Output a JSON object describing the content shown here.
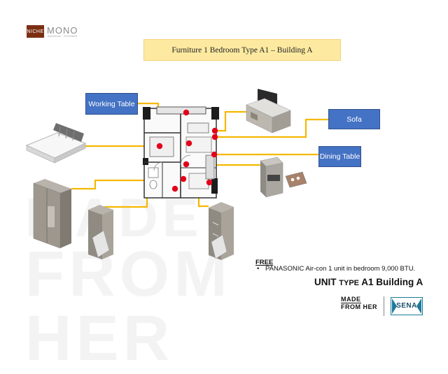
{
  "logo": {
    "niche": "NICHE",
    "mono": "MONO",
    "sub": "SANGKAO · POCHAKE"
  },
  "title": "Furniture 1 Bedroom Type A1 – Building A",
  "callouts": {
    "working_table": "Working Table",
    "sofa": "Sofa",
    "dining_table": "Dining Table"
  },
  "watermark": {
    "line1": "MADE",
    "line2": "FROM HER"
  },
  "free": {
    "heading": "FREE",
    "bullet_mark": "•",
    "item": "PANASONIC Air-con 1 unit in bedroom 9,000 BTU."
  },
  "unit": {
    "label_a": "UNIT",
    "label_b": "TYPE",
    "label_c": "A1 Building A"
  },
  "brand": {
    "mfh_line1": "MADE",
    "mfh_line2": "FROM HER",
    "sena": "SENA"
  },
  "colors": {
    "accent_blue": "#4472c4",
    "marker_red": "#e3001b",
    "leader_yellow": "#f5b800",
    "title_fill": "#fdeaa0"
  },
  "icons": [
    "bed-icon",
    "tv-console-icon",
    "wardrobe-icon",
    "kitchen-cabinet-icon",
    "shoe-cabinet-icon",
    "tall-shelf-icon",
    "sena-logo-icon"
  ]
}
